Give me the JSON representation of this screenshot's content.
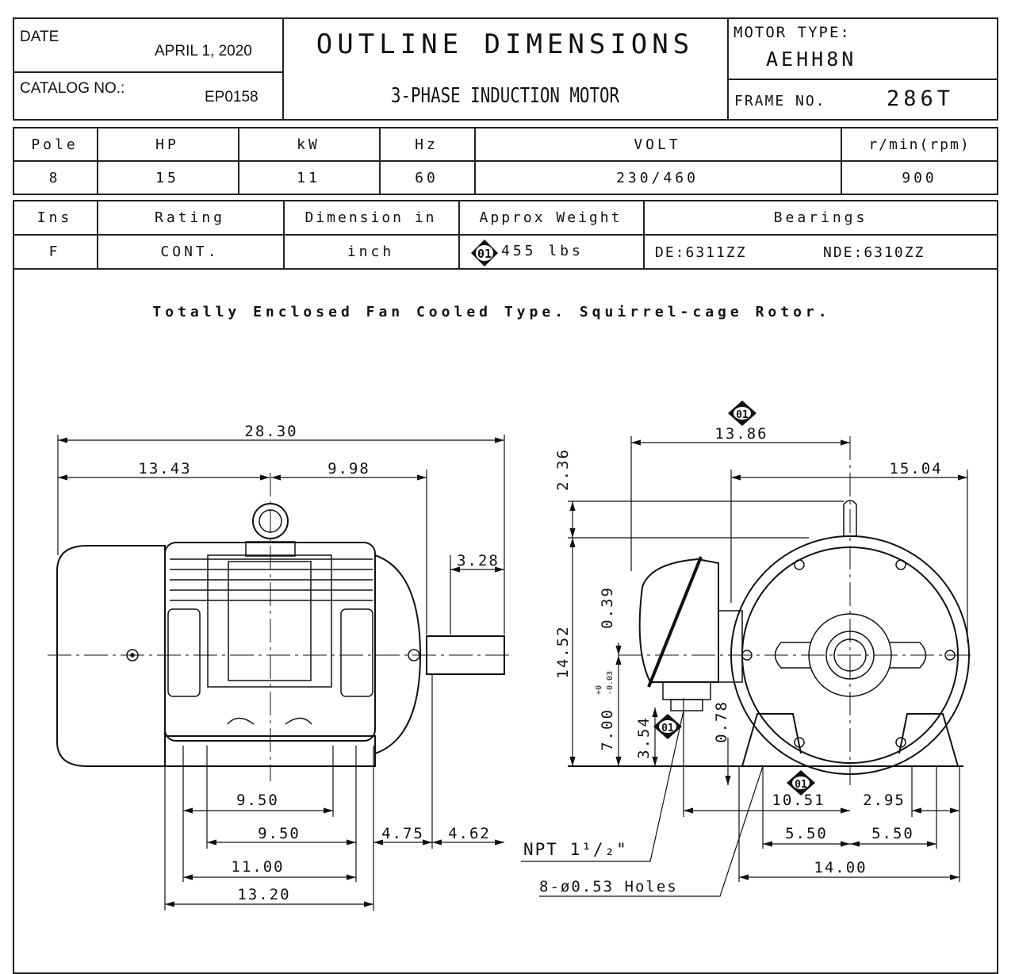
{
  "header": {
    "date_label": "DATE",
    "date_value": "APRIL 1, 2020",
    "catalog_label": "CATALOG NO.:",
    "catalog_value": "EP0158",
    "title": "OUTLINE DIMENSIONS",
    "subtitle": "3-PHASE INDUCTION MOTOR",
    "motor_type_label": "MOTOR TYPE:",
    "motor_type_value": "AEHH8N",
    "frame_label": "FRAME NO.",
    "frame_value": "286T"
  },
  "ratings_table": {
    "headers": [
      "Pole",
      "HP",
      "kW",
      "Hz",
      "VOLT",
      "r/min(rpm)"
    ],
    "values": [
      "8",
      "15",
      "11",
      "60",
      "230/460",
      "900"
    ]
  },
  "spec_table": {
    "headers": [
      "Ins",
      "Rating",
      "Dimension in",
      "Approx Weight",
      "Bearings"
    ],
    "values": {
      "ins": "F",
      "rating": "CONT.",
      "dimension": "inch",
      "weight_rev": "01",
      "weight": "455 lbs",
      "bearing_de": "DE:6311ZZ",
      "bearing_nde": "NDE:6310ZZ"
    }
  },
  "caption": "Totally Enclosed Fan Cooled Type. Squirrel-cage Rotor.",
  "side_view": {
    "overall_length": "28.30",
    "fan_end_to_center": "13.43",
    "center_to_shaft_shoulder": "9.98",
    "shaft_length": "3.28",
    "foot_hole_spacing_a": "9.50",
    "foot_hole_spacing_b": "9.50",
    "foot_span": "11.00",
    "base_length": "13.20",
    "dim_4_75": "4.75",
    "dim_4_62": "4.62"
  },
  "end_view": {
    "rev_mark": "01",
    "terminal_box_width": "13.86",
    "lifting_to_side": "15.04",
    "top_offset": "2.36",
    "overall_height": "14.52",
    "dim_0_39": "0.39",
    "shaft_height": "7.00",
    "shaft_height_tol_upper": "+0",
    "shaft_height_tol_lower": "-0.03",
    "conduit_height": "3.54",
    "foot_thickness": "0.78",
    "conduit_to_center": "10.51",
    "dim_2_95": "2.95",
    "half_foot_a": "5.50",
    "half_foot_b": "5.50",
    "foot_width": "14.00",
    "conduit_note": "NPT 1¹/₂\"",
    "holes_note": "8-ø0.53 Holes"
  }
}
